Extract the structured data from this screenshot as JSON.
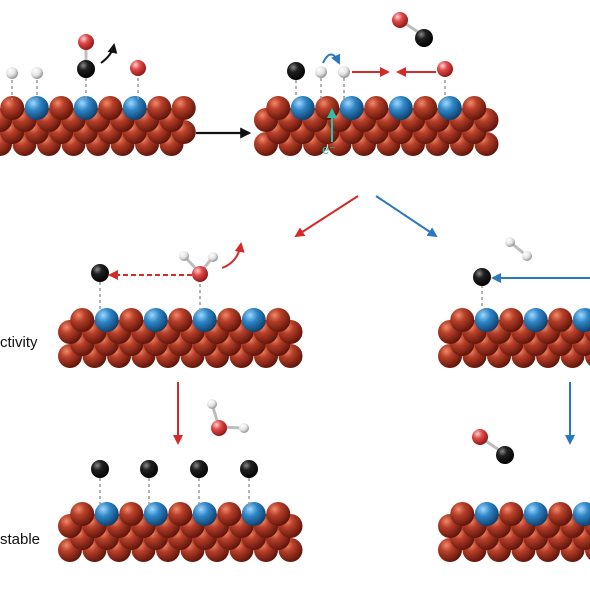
{
  "labels": {
    "activity": "ctivity",
    "stable": "stable",
    "electron": "e⁻"
  },
  "colors": {
    "substrate": "#a8321f",
    "dopant": "#2f86c6",
    "carbon": "#141414",
    "oxygen": "#e04848",
    "hydrogen": "#d8d8d8",
    "red_arrow": "#d42a2a",
    "blue_arrow": "#2a78bd",
    "black_arrow": "#111111",
    "electron_arrow": "#2fbfa8"
  },
  "icons": {
    "substrate_atom": "red-sphere",
    "dopant_atom": "blue-sphere",
    "carbon_atom": "black-sphere",
    "oxygen_atom": "red-small-sphere",
    "hydrogen_atom": "white-sphere"
  }
}
